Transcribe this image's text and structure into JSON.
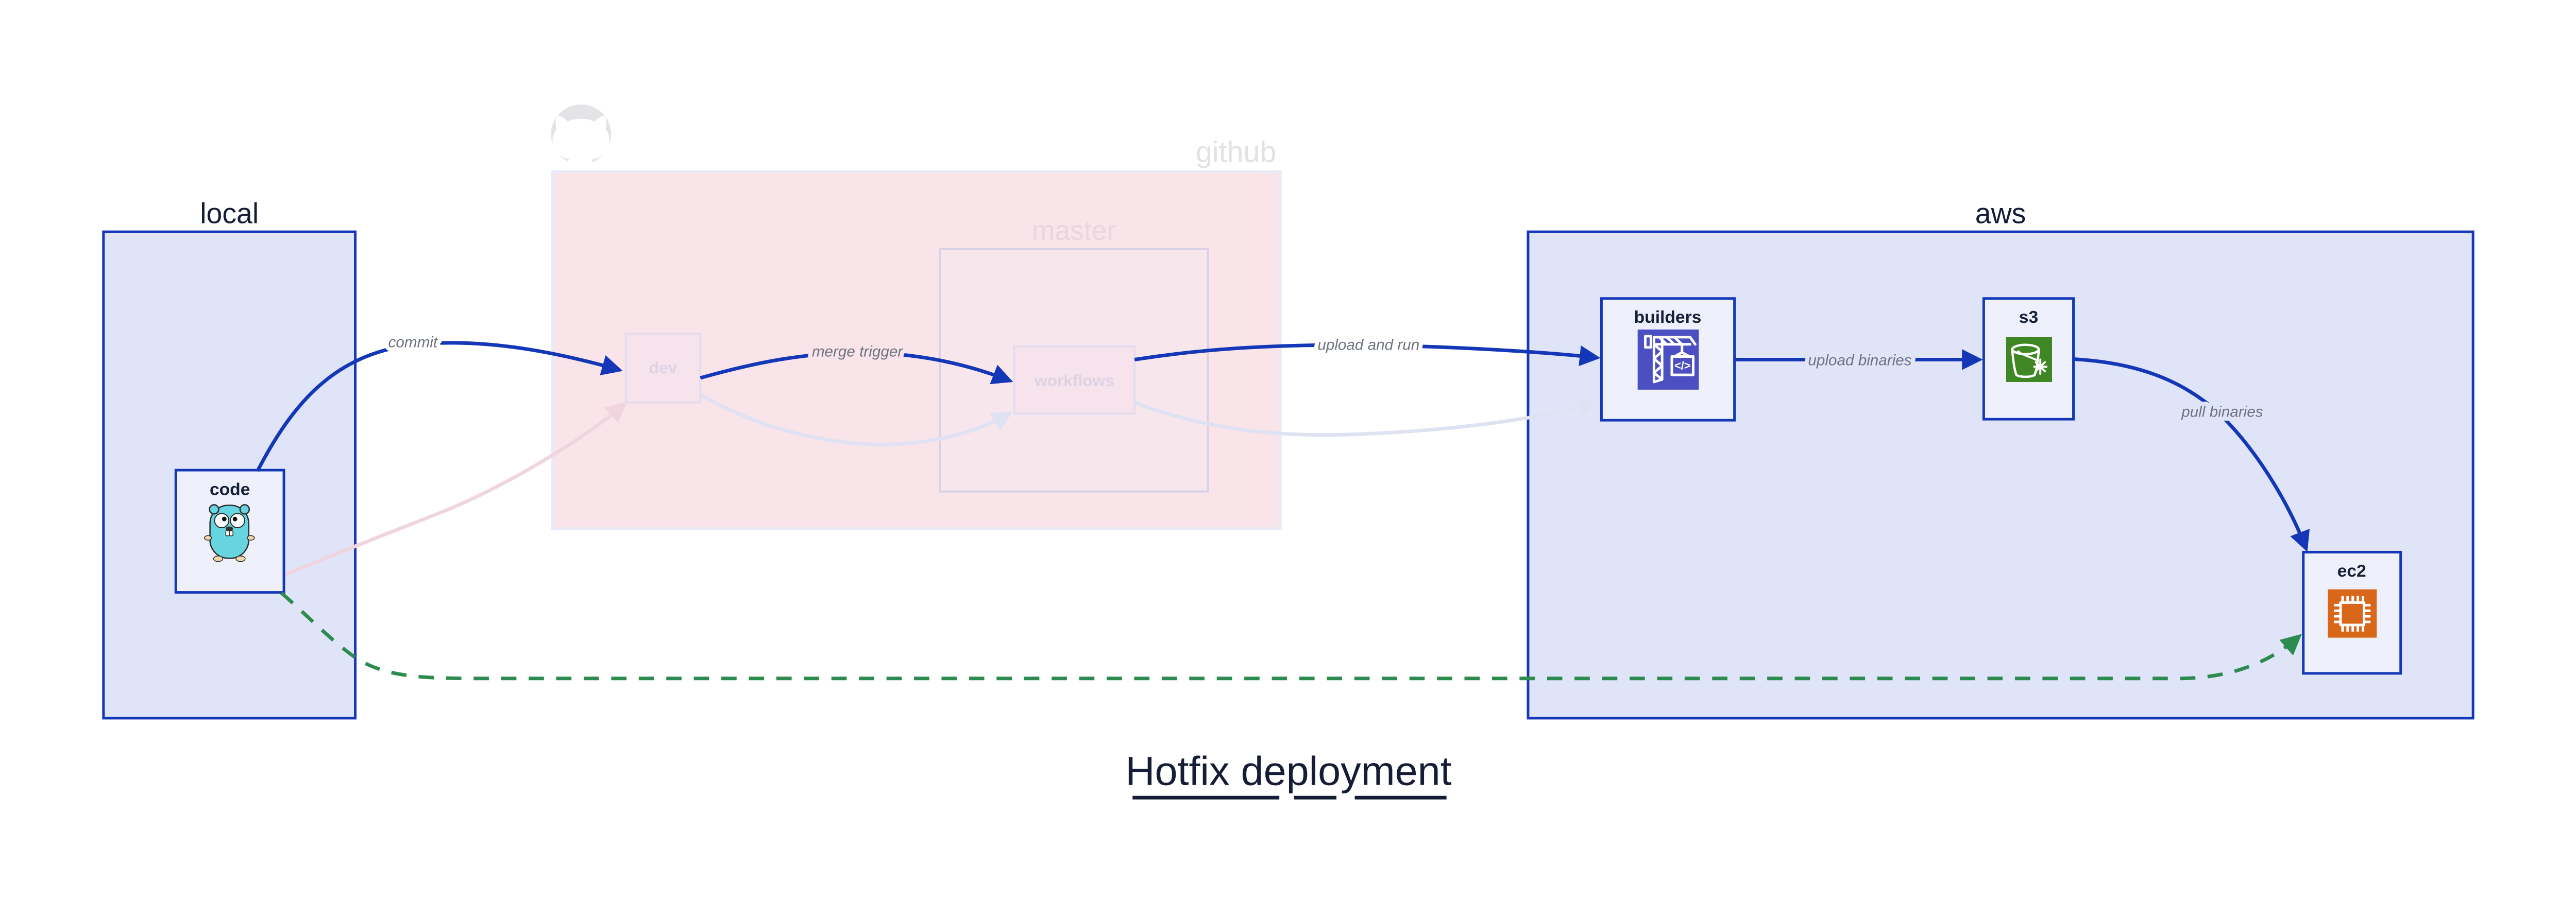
{
  "diagram": {
    "title": "Hotfix deployment",
    "groups": {
      "local": {
        "label": "local"
      },
      "github": {
        "label": "github",
        "master_label": "master",
        "watermark_icon": "github-octocat-icon"
      },
      "aws": {
        "label": "aws"
      }
    },
    "nodes": {
      "code": {
        "label": "code",
        "icon": "go-gopher-icon"
      },
      "dev": {
        "label": "dev"
      },
      "workflows": {
        "label": "workflows"
      },
      "builders": {
        "label": "builders",
        "icon": "aws-codebuild-icon",
        "icon_glyph": "</>"
      },
      "s3": {
        "label": "s3",
        "icon": "aws-s3-glacier-bucket-icon"
      },
      "ec2": {
        "label": "ec2",
        "icon": "aws-ec2-chip-icon"
      }
    },
    "edges": {
      "commit": "commit",
      "merge_trigger": "merge trigger",
      "upload_and_run": "upload and run",
      "upload_binaries": "upload binaries",
      "pull_binaries": "pull binaries"
    },
    "colors": {
      "edge_blue": "#1437b8",
      "group_fill": "#dfe4f8",
      "group_border": "#1437b8",
      "node_fill": "#eef1fb",
      "github_fill": "#f8e4e9",
      "faded_node_fill": "#f7e3eb",
      "faded_pink_edge": "#f0d5de",
      "faded_lavender_edge": "#dfe2f3",
      "green_dashed_edge": "#2e8b50",
      "edge_label_gray": "#6e7380",
      "ink_navy": "#141d35",
      "codebuild_purple": "#4b4fc2",
      "s3_green": "#3f8624",
      "ec2_orange": "#d9671a",
      "gopher_teal": "#67d5e0",
      "watermark_gray": "#e4e4e7"
    }
  }
}
